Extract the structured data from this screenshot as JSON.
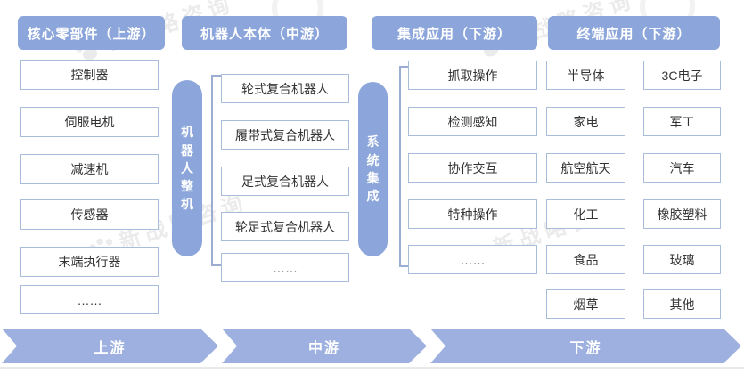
{
  "watermark": {
    "text": "新战略咨询"
  },
  "headers": {
    "h1": "核心零部件（上游）",
    "h2": "机器人本体（中游）",
    "h3": "集成应用（下游）",
    "h4": "终端应用（下游）"
  },
  "upstream": {
    "items": [
      "控制器",
      "伺服电机",
      "减速机",
      "传感器",
      "末端执行器",
      "……"
    ]
  },
  "midstream": {
    "side_label": "机器人整机",
    "items": [
      "轮式复合机器人",
      "履带式复合机器人",
      "足式复合机器人",
      "轮足式复合机器人",
      "……"
    ]
  },
  "integration": {
    "side_label": "系统集成",
    "items": [
      "抓取操作",
      "检测感知",
      "协作交互",
      "特种操作",
      "……"
    ]
  },
  "terminal": {
    "col_a": [
      "半导体",
      "家电",
      "航空航天",
      "化工",
      "食品",
      "烟草"
    ],
    "col_b": [
      "3C电子",
      "军工",
      "汽车",
      "橡胶塑料",
      "玻璃",
      "其他"
    ]
  },
  "banner": {
    "items": [
      "上游",
      "中游",
      "下游"
    ]
  },
  "colors": {
    "pill_blue": "#8ca6db",
    "band_blue": "#9db0df",
    "box_border": "#a9bcdb",
    "bracket": "#9badd1",
    "text": "#333333"
  }
}
